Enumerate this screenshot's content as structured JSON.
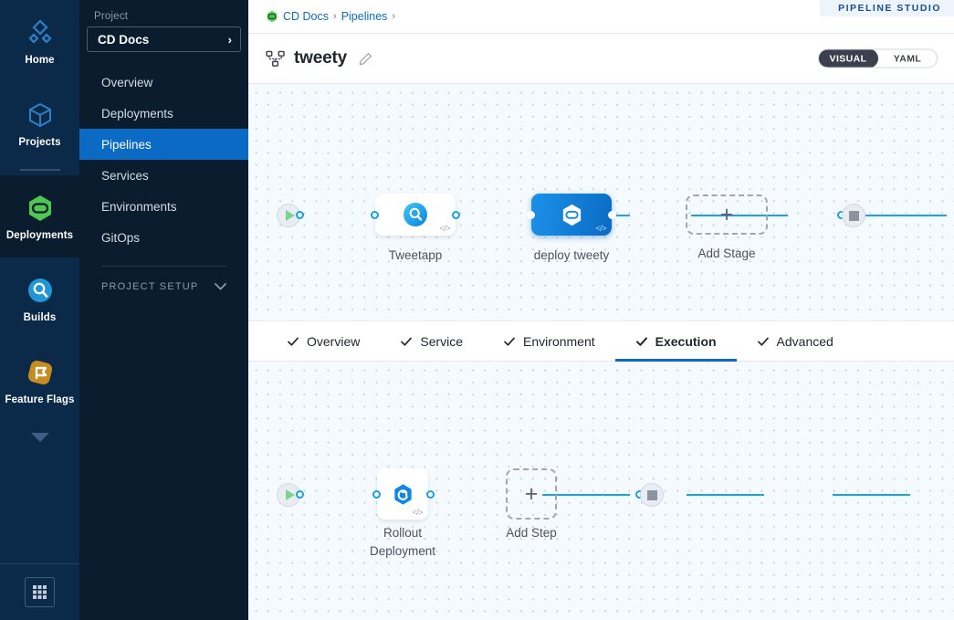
{
  "rail": {
    "items": [
      {
        "label": "Home",
        "icon": "home-diamond-icon"
      },
      {
        "label": "Projects",
        "icon": "cube-icon"
      },
      {
        "label": "Deployments",
        "icon": "deployments-hexagon-icon"
      },
      {
        "label": "Builds",
        "icon": "builds-magnifier-icon"
      },
      {
        "label": "Feature Flags",
        "icon": "feature-flag-icon"
      }
    ],
    "collapse_icon": "chevron-down-icon",
    "grid_icon": "app-grid-icon"
  },
  "sidebar": {
    "section_label": "Project",
    "project_name": "CD Docs",
    "project_chevron": "›",
    "items": [
      {
        "label": "Overview",
        "active": false
      },
      {
        "label": "Deployments",
        "active": false
      },
      {
        "label": "Pipelines",
        "active": true
      },
      {
        "label": "Services",
        "active": false
      },
      {
        "label": "Environments",
        "active": false
      },
      {
        "label": "GitOps",
        "active": false
      }
    ],
    "setup_label": "PROJECT SETUP",
    "setup_chevron": "chevron-down-icon"
  },
  "header": {
    "breadcrumb": [
      {
        "label": "CD Docs",
        "link": true
      },
      {
        "label": "Pipelines",
        "link": true
      }
    ],
    "breadcrumb_separator": "›",
    "studio_badge": "PIPELINE STUDIO",
    "pipeline_title": "tweety",
    "pipeline_icon": "pipeline-nodes-icon",
    "edit_icon": "pencil-icon",
    "view_toggle": {
      "options": [
        "VISUAL",
        "YAML"
      ],
      "selected": "VISUAL"
    }
  },
  "stage_graph": {
    "start_node": {
      "name": "start-node",
      "icon": "play-icon"
    },
    "end_node": {
      "name": "end-node",
      "icon": "stop-icon"
    },
    "nodes": [
      {
        "label": "Tweetapp",
        "icon": "build-magnifier-icon",
        "selected": false,
        "code_badge": "</>"
      },
      {
        "label": "deploy tweety",
        "icon": "harness-hexagon-icon",
        "selected": true,
        "code_badge": "</>"
      }
    ],
    "add_node": {
      "label": "Add Stage",
      "icon": "plus-icon"
    }
  },
  "tabs": [
    {
      "label": "Overview",
      "checked": true,
      "active": false
    },
    {
      "label": "Service",
      "checked": true,
      "active": false
    },
    {
      "label": "Environment",
      "checked": true,
      "active": false
    },
    {
      "label": "Execution",
      "checked": true,
      "active": true
    },
    {
      "label": "Advanced",
      "checked": true,
      "active": false
    }
  ],
  "step_graph": {
    "start_node": {
      "name": "start-node",
      "icon": "play-icon"
    },
    "end_node": {
      "name": "end-node",
      "icon": "stop-icon"
    },
    "nodes": [
      {
        "label": "Rollout Deployment",
        "icon": "rollout-hexagon-icon",
        "code_badge": "</>"
      }
    ],
    "add_node": {
      "label": "Add Step",
      "icon": "plus-icon"
    }
  },
  "colors": {
    "accent_blue": "#0b6bc4",
    "link_blue": "#1ba3ea",
    "nav_dark": "#0a1c2e",
    "rail_dark": "#0b2a4a",
    "canvas_bg": "#f5fafe",
    "green": "#4dc952",
    "orange": "#c98a1e"
  }
}
